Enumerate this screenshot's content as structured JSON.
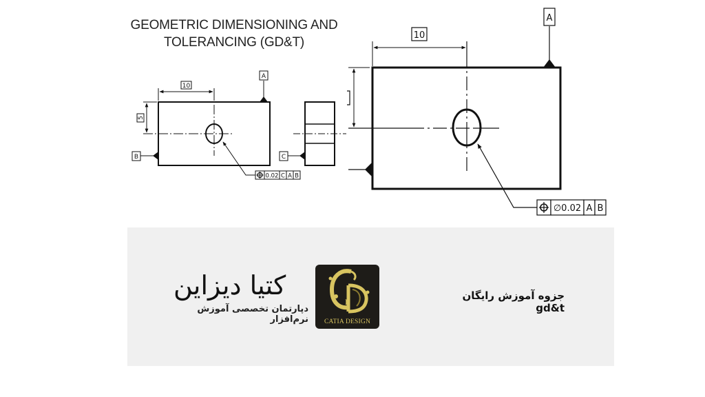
{
  "title": {
    "line1": "GEOMETRIC DIMENSIONING AND",
    "line2": "TOLERANCING (GD&T)"
  },
  "small_drawing": {
    "dimension_horizontal": "10",
    "dimension_vertical": "5",
    "datum_top": "A",
    "datum_left": "B",
    "datum_side_view": "C",
    "feature_control_frame": {
      "symbol": "⌖",
      "tolerance": "0.02",
      "datums": [
        "C",
        "A",
        "B"
      ]
    }
  },
  "large_drawing": {
    "dimension_horizontal": "10",
    "datum_top": "A",
    "feature_control_frame": {
      "symbol": "⌖",
      "tolerance": "∅0.02",
      "datums": [
        "A",
        "B"
      ]
    }
  },
  "banner": {
    "logo_fa_main": "کتیا دیزاین",
    "logo_fa_sub": "دپارتمان تخصصی آموزش نرم‌افزار",
    "logo_mark": "CD",
    "logo_caption": "CATIA DESIGN",
    "heading": "جزوه آموزش رایگان gd&t"
  },
  "colors": {
    "banner_bg": "#f0f0f0",
    "logo_bg": "#1e1c18",
    "logo_gold": "#d8c460",
    "ink": "#111111"
  }
}
